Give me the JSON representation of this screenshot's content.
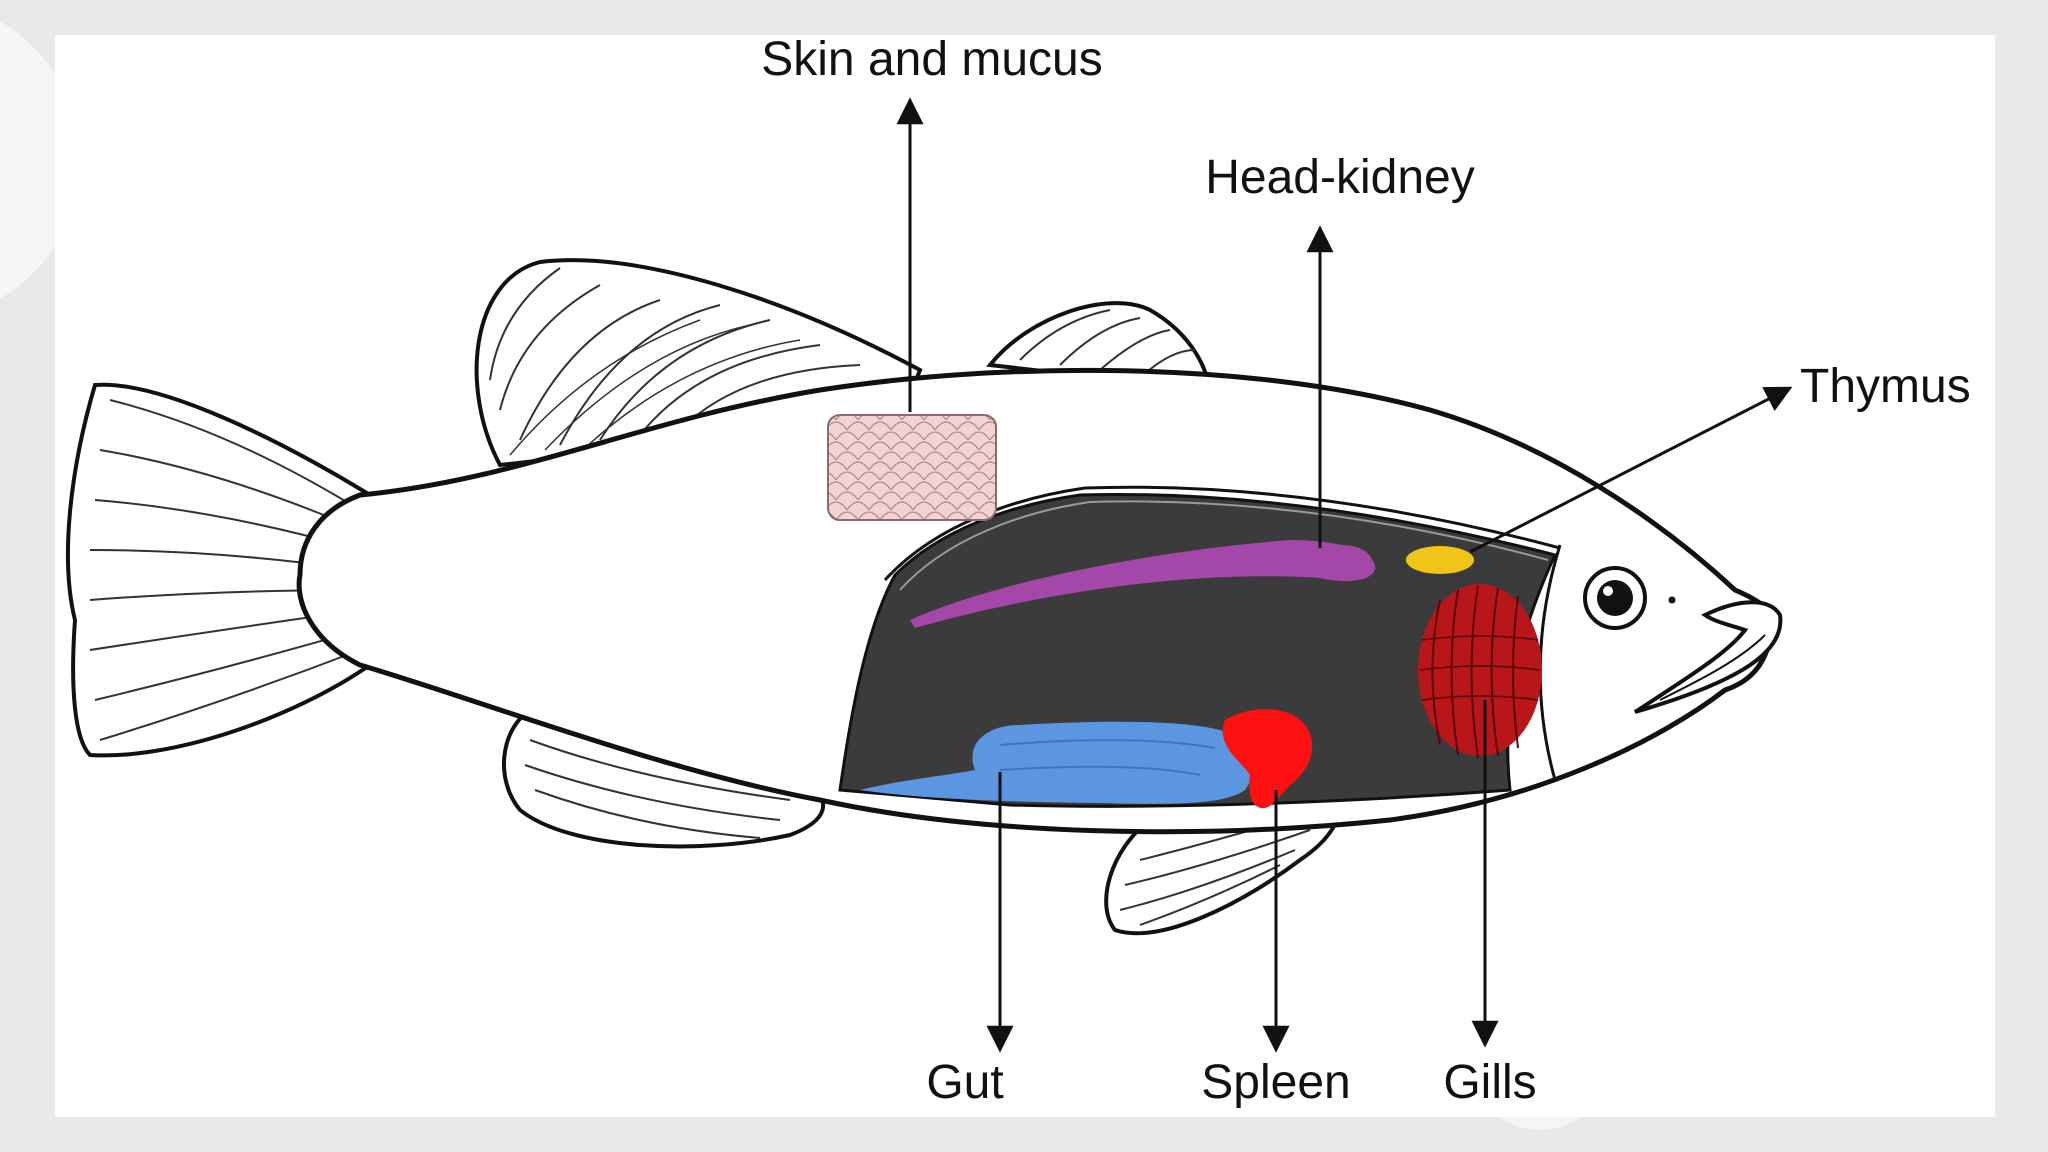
{
  "labels": {
    "skin": "Skin and mucus",
    "head_kidney": "Head-kidney",
    "thymus": "Thymus",
    "gut": "Gut",
    "spleen": "Spleen",
    "gills": "Gills"
  },
  "colors": {
    "page_background": "#e8e9ea",
    "panel": "#ffffff",
    "outline": "#111111",
    "body_cavity": "#3b3b3b",
    "skin_patch": "#f1d3d3",
    "head_kidney": "#a347a8",
    "thymus": "#f0c419",
    "gills": "#b8161b",
    "gut": "#5c96e0",
    "spleen": "#ff1010"
  }
}
